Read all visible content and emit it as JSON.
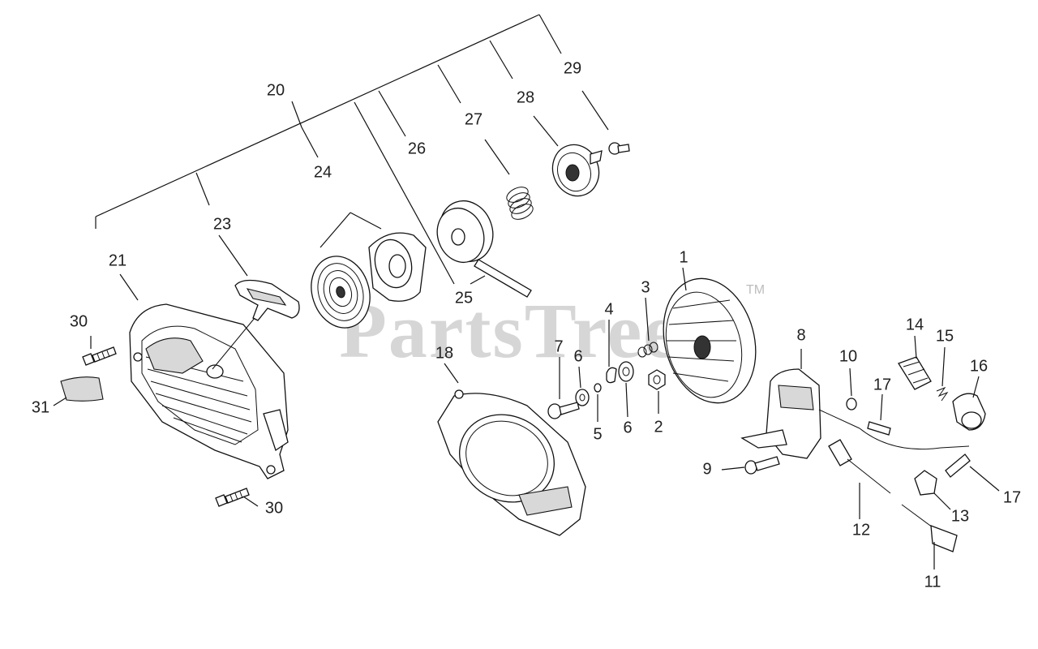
{
  "diagram": {
    "callouts": {
      "c1": "1",
      "c2": "2",
      "c3": "3",
      "c4": "4",
      "c5": "5",
      "c6a": "6",
      "c6b": "6",
      "c7": "7",
      "c8": "8",
      "c9": "9",
      "c10": "10",
      "c11": "11",
      "c12": "12",
      "c13": "13",
      "c14": "14",
      "c15": "15",
      "c16": "16",
      "c17a": "17",
      "c17b": "17",
      "c18": "18",
      "c20": "20",
      "c21": "21",
      "c23": "23",
      "c24": "24",
      "c25": "25",
      "c26": "26",
      "c27": "27",
      "c28": "28",
      "c29": "29",
      "c30a": "30",
      "c30b": "30",
      "c31": "31"
    },
    "watermark": "PartsTree",
    "trademark": "TM"
  }
}
